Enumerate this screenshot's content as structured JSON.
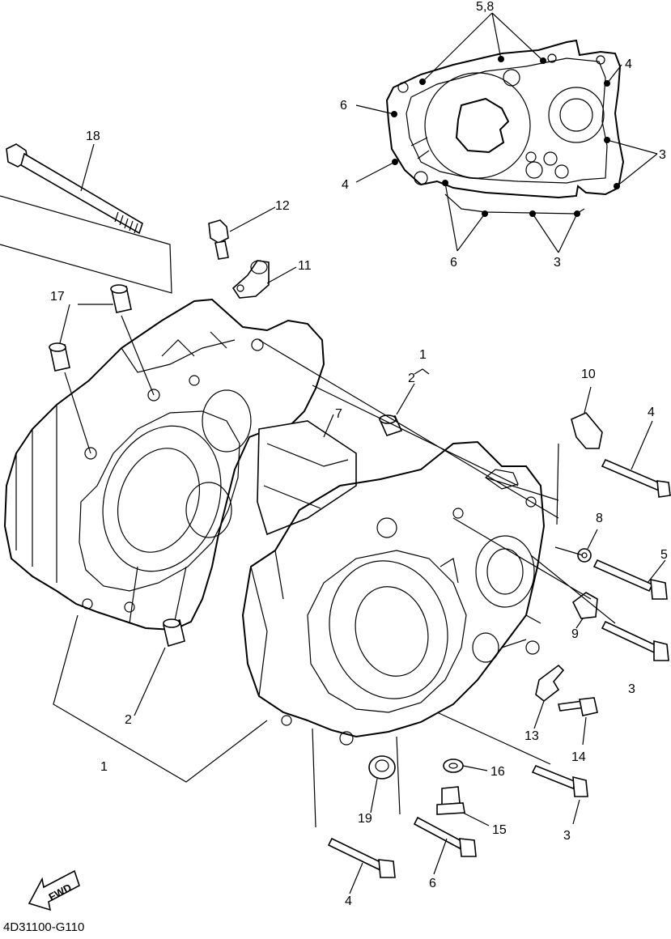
{
  "drawing_code": "4D31100-G110",
  "fwd_label": "FWD",
  "callouts": {
    "c1a": "1",
    "c1b": "1",
    "c2a": "2",
    "c2b": "2",
    "c3a": "3",
    "c3b": "3",
    "c3c": "3",
    "c3d": "3",
    "c4a": "4",
    "c4b": "4",
    "c4c": "4",
    "c4d": "4",
    "c5a": "5",
    "c58": "5,8",
    "c6a": "6",
    "c6b": "6",
    "c6c": "6",
    "c7": "7",
    "c8": "8",
    "c9": "9",
    "c10": "10",
    "c11": "11",
    "c12": "12",
    "c13": "13",
    "c14": "14",
    "c15": "15",
    "c16": "16",
    "c17": "17",
    "c18": "18",
    "c19": "19"
  }
}
